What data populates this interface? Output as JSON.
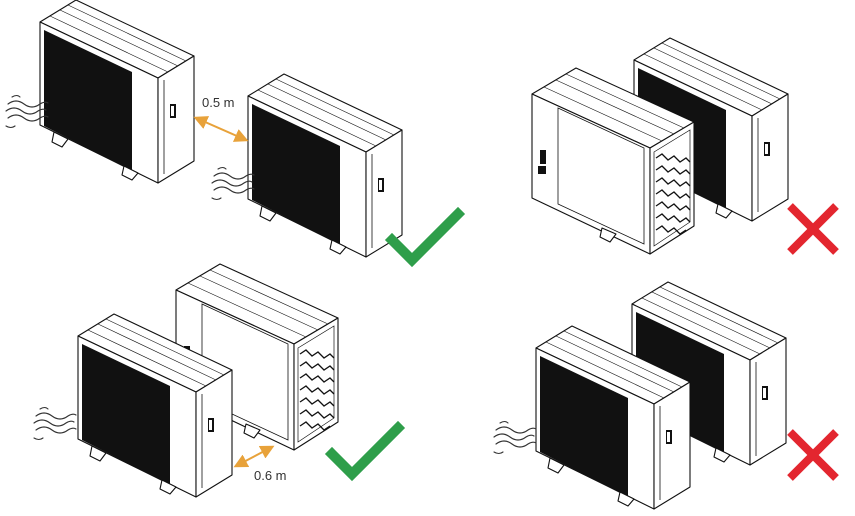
{
  "panels": [
    {
      "id": "top-left",
      "verdict": "correct",
      "distance_label": "0.5 m"
    },
    {
      "id": "top-right",
      "verdict": "incorrect"
    },
    {
      "id": "bottom-left",
      "verdict": "correct",
      "distance_label": "0.6 m"
    },
    {
      "id": "bottom-right",
      "verdict": "incorrect"
    }
  ],
  "colors": {
    "arrow": "#e8a23a",
    "check": "#2e9e4a",
    "cross": "#e3262f",
    "grille": "#111111",
    "outline": "#111111"
  },
  "icons": [
    "airflow-icon",
    "check-mark-icon",
    "cross-mark-icon",
    "dimension-arrow-icon"
  ]
}
